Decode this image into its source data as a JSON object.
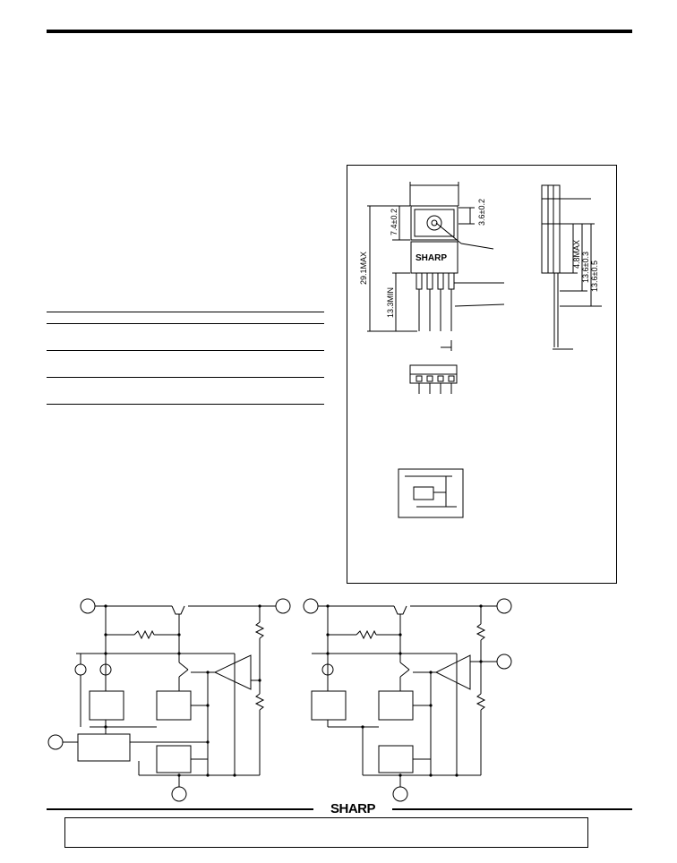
{
  "header": {
    "rule": true
  },
  "package_drawing": {
    "logo_text": "SHARP",
    "dims": {
      "pin_dia": "3.6±0.2",
      "body_h": "7.4±0.2",
      "overall": "29.1MAX",
      "lead_len": "13.3MIN",
      "side_max": "4.8MAX",
      "side_a": "13.6±0.3",
      "side_b": "13.6±0.5"
    }
  },
  "spec_table": {
    "rows": [
      [
        "",
        "",
        "",
        "",
        ""
      ],
      [
        "",
        "",
        "",
        "",
        ""
      ],
      [
        "",
        "",
        "",
        "",
        ""
      ],
      [
        "",
        "",
        "",
        "",
        ""
      ]
    ]
  },
  "footer": {
    "brand": "SHARP"
  }
}
